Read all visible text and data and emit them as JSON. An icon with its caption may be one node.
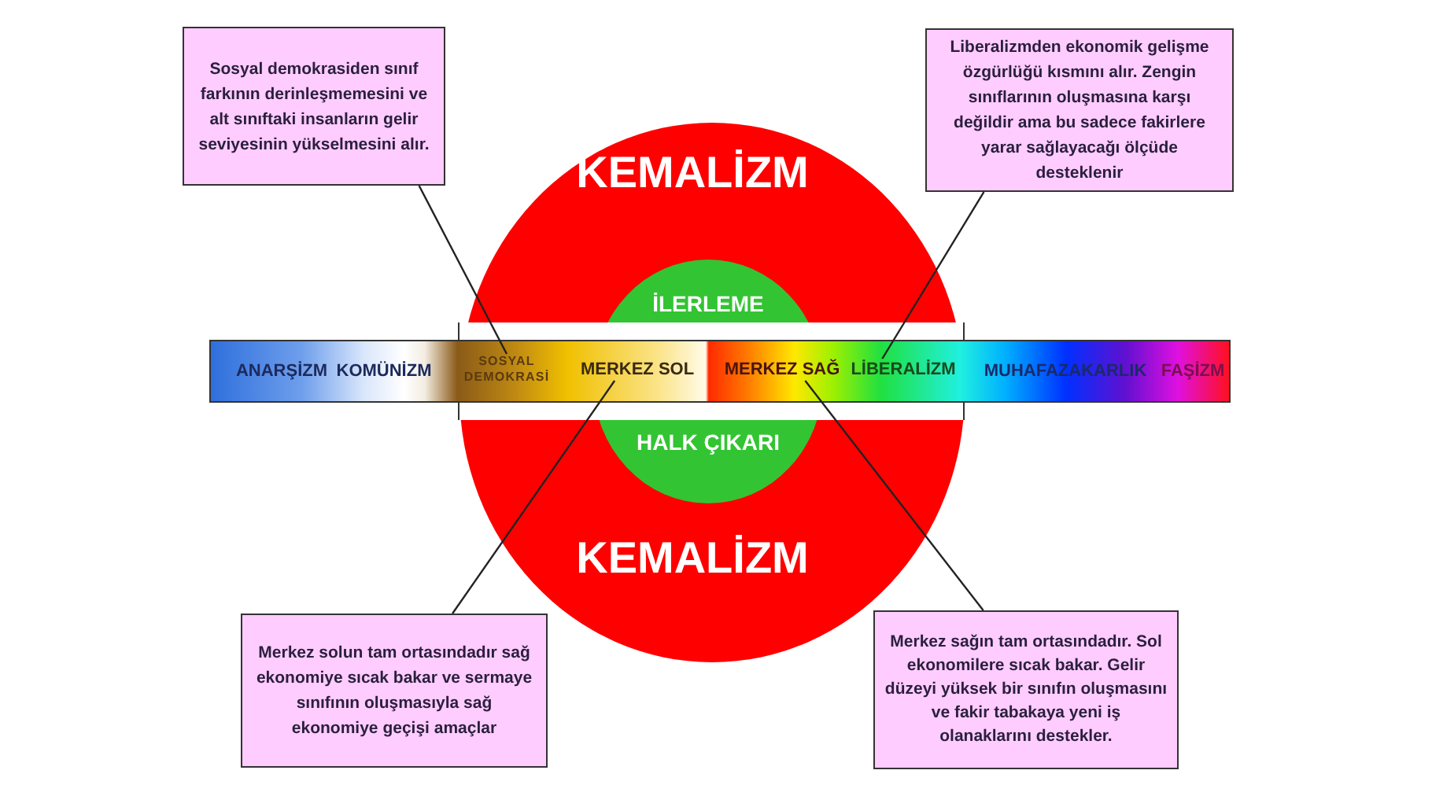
{
  "diagram": {
    "nodes": [
      {
        "text": [
          "Sosyal demokrasiden sınıf farkının derinleşmemesini ve alt sınıftaki insanların gelir seviyesinin yükselmesini alır."
        ]
      },
      {
        "text": [
          "Liberalizmden ekonomik gelişme özgürlüğü kısmını alır. Zengin sınıflarının oluşmasına karşı değildir ama bu sadece fakirlere yarar sağlayacağı ölçüde desteklenir"
        ]
      },
      {
        "text": [
          "KEMALİZM",
          "KEMALİZM"
        ]
      },
      {
        "text": [
          "İLERLEME",
          "HALK ÇIKARI"
        ],
        "in": 2
      },
      {
        "text": [],
        "shape": "bar"
      },
      {
        "text": [
          "ANARŞİZM"
        ],
        "in": 4
      },
      {
        "text": [
          "KOMÜNİZM"
        ],
        "in": 4
      },
      {
        "text": [
          "SOSYAL DEMOKRASİ"
        ]
      },
      {
        "text": [
          "MERKEZ SOL"
        ]
      },
      {
        "text": [
          "MERKEZ SAĞ"
        ]
      },
      {
        "text": [
          "LİBERALİZM"
        ]
      },
      {
        "text": [
          "MUHAFAZAKARLIK"
        ],
        "in": 4
      },
      {
        "text": [
          "FAŞİZM"
        ],
        "in": 4
      },
      {
        "text": [
          "Merkez solun tam ortasındadır sağ ekonomiye sıcak bakar ve sermaye sınıfının oluşmasıyla sağ ekonomiye geçişi amaçlar"
        ]
      },
      {
        "text": [
          "Merkez sağın tam ortasındadır. Sol ekonomilere sıcak bakar. Gelir düzeyi yüksek bir sınıfın oluşmasını ve fakir tabakaya yeni iş olanaklarını destekler."
        ]
      }
    ],
    "edges": [
      {
        "from": 0,
        "to": 7,
        "arrow": "none"
      },
      {
        "from": 1,
        "to": 10,
        "arrow": "none"
      },
      {
        "from": 13,
        "to": 8,
        "arrow": "none"
      },
      {
        "from": 14,
        "to": 9,
        "arrow": "none"
      }
    ]
  }
}
